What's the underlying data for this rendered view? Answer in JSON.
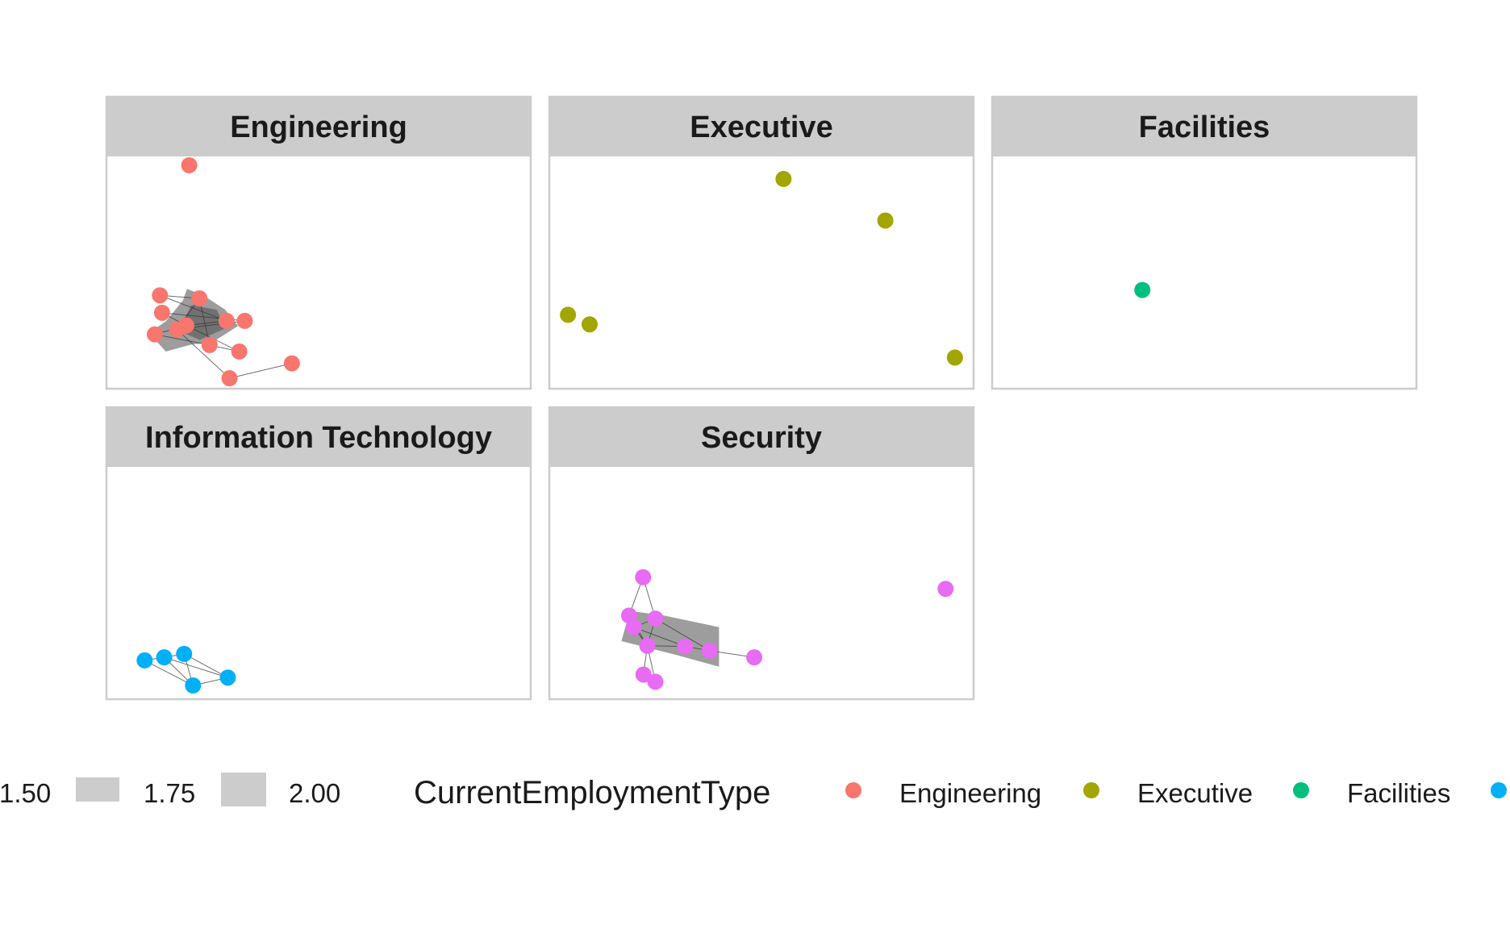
{
  "chart_data": {
    "type": "scatter",
    "title": "",
    "xlabel": "",
    "ylabel": "",
    "facets": [
      {
        "name": "Engineering",
        "color": "#F8766D",
        "nodes": [
          [
            0.195,
            0.038
          ],
          [
            0.126,
            0.598
          ],
          [
            0.131,
            0.673
          ],
          [
            0.219,
            0.611
          ],
          [
            0.283,
            0.708
          ],
          [
            0.326,
            0.708
          ],
          [
            0.188,
            0.728
          ],
          [
            0.166,
            0.745
          ],
          [
            0.114,
            0.766
          ],
          [
            0.243,
            0.812
          ],
          [
            0.313,
            0.84
          ],
          [
            0.437,
            0.891
          ],
          [
            0.29,
            0.955
          ]
        ],
        "edges": [
          [
            1,
            3
          ],
          [
            1,
            4
          ],
          [
            2,
            5
          ],
          [
            2,
            6
          ],
          [
            6,
            4
          ],
          [
            7,
            3
          ],
          [
            7,
            5
          ],
          [
            8,
            6
          ],
          [
            9,
            8
          ],
          [
            9,
            10
          ],
          [
            10,
            6
          ],
          [
            11,
            12
          ],
          [
            12,
            7
          ],
          [
            3,
            9
          ]
        ],
        "hulls": [
          [
            [
              0.19,
              0.57
            ],
            [
              0.23,
              0.6
            ],
            [
              0.28,
              0.66
            ],
            [
              0.31,
              0.73
            ],
            [
              0.25,
              0.8
            ],
            [
              0.2,
              0.81
            ],
            [
              0.14,
              0.84
            ],
            [
              0.1,
              0.76
            ],
            [
              0.14,
              0.71
            ],
            [
              0.18,
              0.62
            ]
          ],
          [
            [
              0.2,
              0.64
            ],
            [
              0.26,
              0.66
            ],
            [
              0.28,
              0.74
            ],
            [
              0.22,
              0.79
            ],
            [
              0.17,
              0.75
            ]
          ]
        ]
      },
      {
        "name": "Executive",
        "color": "#A3A500",
        "nodes": [
          [
            0.552,
            0.097
          ],
          [
            0.792,
            0.276
          ],
          [
            0.044,
            0.682
          ],
          [
            0.095,
            0.723
          ],
          [
            0.956,
            0.866
          ]
        ],
        "edges": [],
        "hulls": []
      },
      {
        "name": "Facilities",
        "color": "#00BF7D",
        "nodes": [
          [
            0.354,
            0.575
          ]
        ],
        "edges": [],
        "hulls": []
      },
      {
        "name": "Information Technology",
        "color": "#00B0F6",
        "nodes": [
          [
            0.09,
            0.833
          ],
          [
            0.136,
            0.82
          ],
          [
            0.183,
            0.805
          ],
          [
            0.204,
            0.941
          ],
          [
            0.286,
            0.907
          ]
        ],
        "edges": [
          [
            0,
            1
          ],
          [
            1,
            2
          ],
          [
            0,
            3
          ],
          [
            1,
            3
          ],
          [
            2,
            3
          ],
          [
            2,
            4
          ],
          [
            3,
            4
          ],
          [
            1,
            4
          ]
        ],
        "hulls": []
      },
      {
        "name": "Security",
        "color": "#E76BF3",
        "nodes": [
          [
            0.221,
            0.475
          ],
          [
            0.934,
            0.525
          ],
          [
            0.188,
            0.64
          ],
          [
            0.25,
            0.653
          ],
          [
            0.199,
            0.69
          ],
          [
            0.231,
            0.77
          ],
          [
            0.32,
            0.773
          ],
          [
            0.378,
            0.791
          ],
          [
            0.483,
            0.82
          ],
          [
            0.222,
            0.894
          ],
          [
            0.25,
            0.925
          ]
        ],
        "edges": [
          [
            0,
            2
          ],
          [
            0,
            3
          ],
          [
            2,
            4
          ],
          [
            3,
            4
          ],
          [
            4,
            5
          ],
          [
            5,
            6
          ],
          [
            6,
            7
          ],
          [
            7,
            8
          ],
          [
            3,
            5
          ],
          [
            5,
            9
          ],
          [
            5,
            10
          ],
          [
            2,
            5
          ],
          [
            4,
            6
          ],
          [
            3,
            7
          ]
        ],
        "hulls": [
          [
            [
              0.19,
              0.62
            ],
            [
              0.27,
              0.64
            ],
            [
              0.4,
              0.69
            ],
            [
              0.4,
              0.86
            ],
            [
              0.3,
              0.81
            ],
            [
              0.17,
              0.75
            ]
          ]
        ]
      }
    ],
    "legend": {
      "placement": "bottom",
      "size_entries": [
        "1.50",
        "1.75",
        "2.00"
      ],
      "color_title": "CurrentEmploymentType",
      "color_entries": [
        {
          "label": "Engineering",
          "color": "#F8766D"
        },
        {
          "label": "Executive",
          "color": "#A3A500"
        },
        {
          "label": "Facilities",
          "color": "#00BF7D"
        },
        {
          "label": "",
          "color": "#00B0F6"
        }
      ]
    }
  }
}
